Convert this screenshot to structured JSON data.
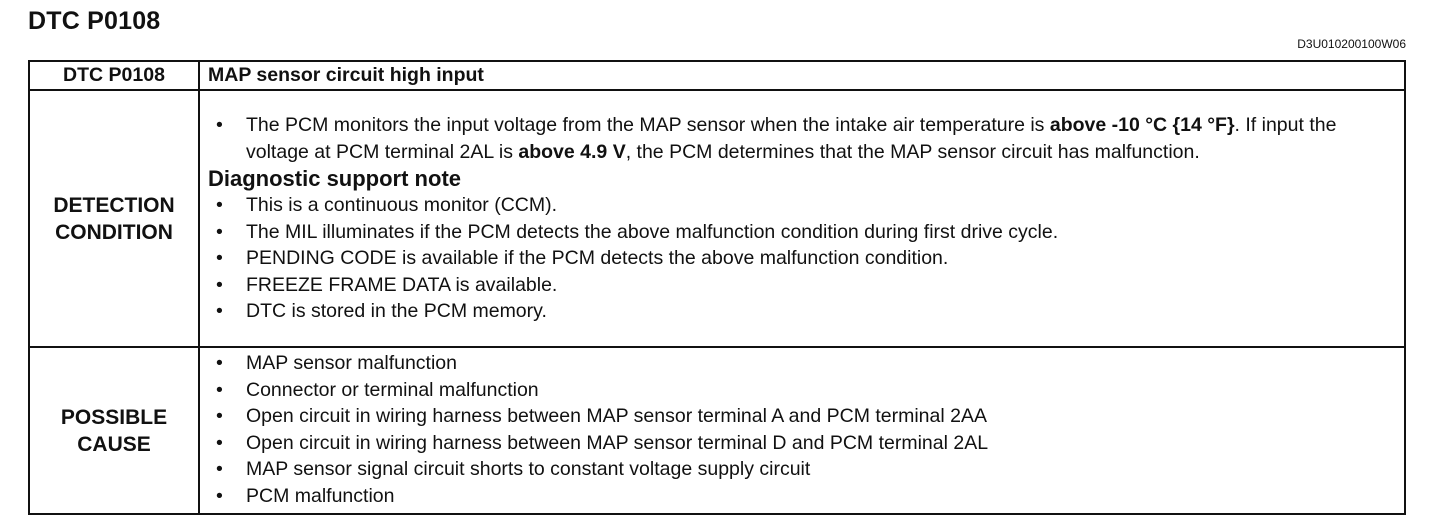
{
  "title": "DTC P0108",
  "doc_code": "D3U010200100W06",
  "header_row": {
    "label": "DTC P0108",
    "value": "MAP sensor circuit high input"
  },
  "detection": {
    "label_line1": "DETECTION",
    "label_line2": "CONDITION",
    "intro": {
      "t1": "The PCM monitors the input voltage from the MAP sensor when the intake air temperature is ",
      "b1": "above -10 °C {14 °F}",
      "t2": ". If input the voltage at PCM terminal 2AL is ",
      "b2": "above 4.9 V",
      "t3": ", the PCM determines that the MAP sensor circuit has malfunction."
    },
    "note_heading": "Diagnostic support note",
    "notes": [
      "This is a continuous monitor (CCM).",
      "The MIL illuminates if the PCM detects the above malfunction condition during first drive cycle.",
      "PENDING CODE is available if the PCM detects the above malfunction condition.",
      "FREEZE FRAME DATA is available.",
      "DTC is stored in the PCM memory."
    ]
  },
  "cause": {
    "label_line1": "POSSIBLE",
    "label_line2": "CAUSE",
    "items": [
      "MAP sensor malfunction",
      "Connector or terminal malfunction",
      "Open circuit in wiring harness between MAP sensor terminal A and PCM terminal 2AA",
      "Open circuit in wiring harness between MAP sensor terminal D and PCM terminal 2AL",
      "MAP sensor signal circuit shorts to constant voltage supply circuit",
      "PCM malfunction"
    ]
  }
}
